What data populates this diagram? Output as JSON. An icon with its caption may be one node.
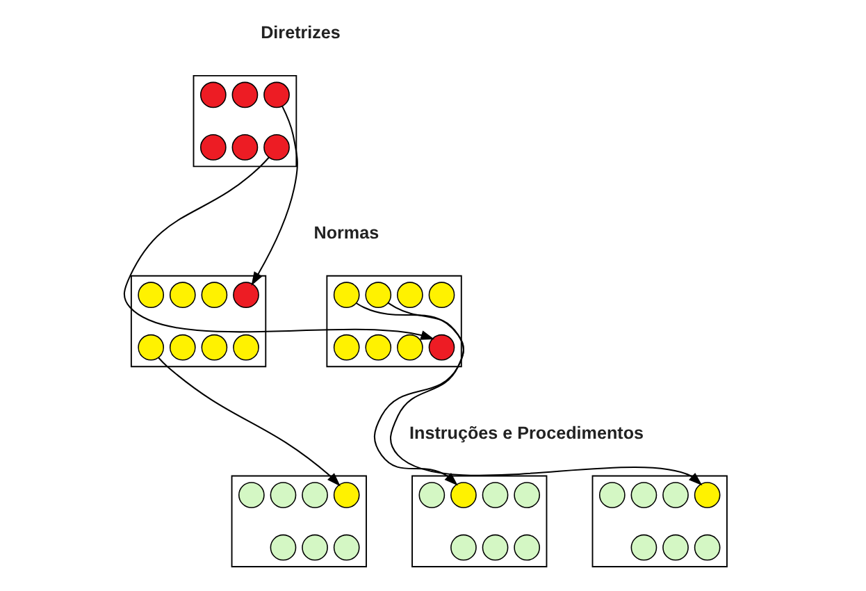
{
  "diagram": {
    "nodes": [
      {
        "text": [],
        "shape": "box"
      },
      {
        "text": [],
        "shape": "circle",
        "in": 0
      },
      {
        "text": [],
        "shape": "circle",
        "in": 0
      },
      {
        "text": [],
        "shape": "circle",
        "in": 0
      },
      {
        "text": [],
        "shape": "circle",
        "in": 0
      },
      {
        "text": [],
        "shape": "circle",
        "in": 0
      },
      {
        "text": [],
        "shape": "circle",
        "in": 0
      },
      {
        "text": [],
        "shape": "box"
      },
      {
        "text": [],
        "shape": "circle",
        "in": 7
      },
      {
        "text": [],
        "shape": "circle",
        "in": 7
      },
      {
        "text": [],
        "shape": "circle",
        "in": 7
      },
      {
        "text": [],
        "shape": "circle",
        "in": 7
      },
      {
        "text": [],
        "shape": "circle",
        "in": 7
      },
      {
        "text": [],
        "shape": "circle",
        "in": 7
      },
      {
        "text": [],
        "shape": "circle",
        "in": 7
      },
      {
        "text": [],
        "shape": "circle",
        "in": 7
      },
      {
        "text": [],
        "shape": "box"
      },
      {
        "text": [],
        "shape": "circle",
        "in": 16
      },
      {
        "text": [],
        "shape": "circle",
        "in": 16
      },
      {
        "text": [],
        "shape": "circle",
        "in": 16
      },
      {
        "text": [],
        "shape": "circle",
        "in": 16
      },
      {
        "text": [],
        "shape": "circle",
        "in": 16
      },
      {
        "text": [],
        "shape": "circle",
        "in": 16
      },
      {
        "text": [],
        "shape": "circle",
        "in": 16
      },
      {
        "text": [],
        "shape": "circle",
        "in": 16
      },
      {
        "text": [],
        "shape": "box"
      },
      {
        "text": [],
        "shape": "circle",
        "in": 25
      },
      {
        "text": [],
        "shape": "circle",
        "in": 25
      },
      {
        "text": [],
        "shape": "circle",
        "in": 25
      },
      {
        "text": [],
        "shape": "circle",
        "in": 25
      },
      {
        "text": [],
        "shape": "circle",
        "in": 25
      },
      {
        "text": [],
        "shape": "circle",
        "in": 25
      },
      {
        "text": [],
        "shape": "circle",
        "in": 25
      },
      {
        "text": [],
        "shape": "box"
      },
      {
        "text": [],
        "shape": "circle",
        "in": 33
      },
      {
        "text": [],
        "shape": "circle",
        "in": 33
      },
      {
        "text": [],
        "shape": "circle",
        "in": 33
      },
      {
        "text": [],
        "shape": "circle",
        "in": 33
      },
      {
        "text": [],
        "shape": "circle",
        "in": 33
      },
      {
        "text": [],
        "shape": "circle",
        "in": 33
      },
      {
        "text": [],
        "shape": "circle",
        "in": 33
      },
      {
        "text": [],
        "shape": "box"
      },
      {
        "text": [],
        "shape": "circle",
        "in": 41
      },
      {
        "text": [],
        "shape": "circle",
        "in": 41
      },
      {
        "text": [],
        "shape": "circle",
        "in": 41
      },
      {
        "text": [],
        "shape": "circle",
        "in": 41
      },
      {
        "text": [],
        "shape": "circle",
        "in": 41
      },
      {
        "text": [],
        "shape": "circle",
        "in": 41
      },
      {
        "text": [],
        "shape": "circle",
        "in": 41
      }
    ],
    "edges": [
      {
        "from": 1,
        "to": 8,
        "arrow": "to"
      },
      {
        "from": 6,
        "to": 24,
        "arrow": "to"
      },
      {
        "from": 9,
        "to": 26,
        "arrow": "to"
      },
      {
        "from": 21,
        "to": 38,
        "arrow": "to"
      },
      {
        "from": 23,
        "to": 42,
        "arrow": "to"
      }
    ],
    "labels": [
      "Diretrizes",
      "Normas",
      "Instruções e Procedimentos"
    ]
  }
}
